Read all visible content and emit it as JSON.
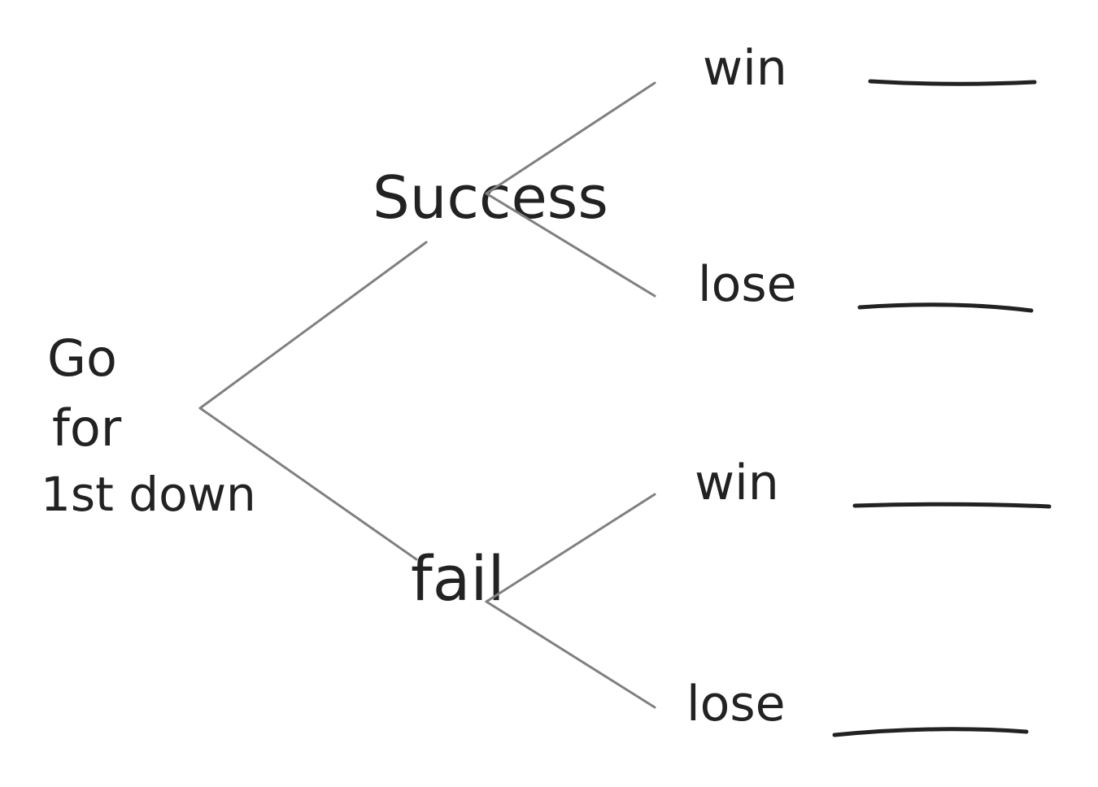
{
  "diagram": {
    "type": "decision-tree",
    "root": {
      "label_lines": [
        "Go",
        "for",
        "1st down"
      ]
    },
    "nodes": [
      {
        "label": "Success",
        "outcomes": [
          {
            "label": "win",
            "answer_blank": ""
          },
          {
            "label": "lose",
            "answer_blank": ""
          }
        ]
      },
      {
        "label": "fail",
        "outcomes": [
          {
            "label": "win",
            "answer_blank": ""
          },
          {
            "label": "lose",
            "answer_blank": ""
          }
        ]
      }
    ],
    "colors": {
      "ink": "#222222",
      "branch_line": "#808080",
      "background": "#ffffff"
    }
  }
}
